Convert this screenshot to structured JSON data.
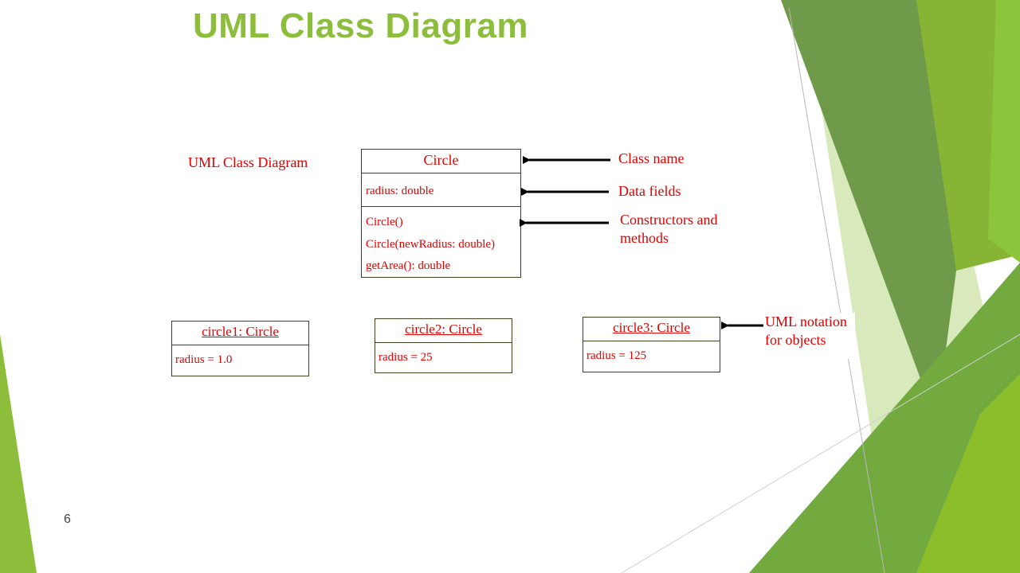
{
  "slide": {
    "title": "UML Class Diagram",
    "number": "6"
  },
  "diagram": {
    "label": "UML Class Diagram",
    "class_box": {
      "name": "Circle",
      "fields": [
        "radius: double"
      ],
      "methods": [
        "Circle()",
        "Circle(newRadius: double)",
        "getArea(): double"
      ]
    },
    "annotations": {
      "class_name": "Class name",
      "data_fields": "Data fields",
      "constructors_line1": "Constructors and",
      "constructors_line2": "methods",
      "objects_line1": "UML notation",
      "objects_line2": "for objects"
    },
    "objects": [
      {
        "name": "circle1: Circle",
        "field": "radius = 1.0"
      },
      {
        "name": "circle2: Circle",
        "field": "radius = 25"
      },
      {
        "name": "circle3: Circle",
        "field": "radius = 125"
      }
    ]
  },
  "colors": {
    "title_green": "#8cbe3c",
    "diagram_red": "#e00000",
    "box_border": "#404020"
  }
}
